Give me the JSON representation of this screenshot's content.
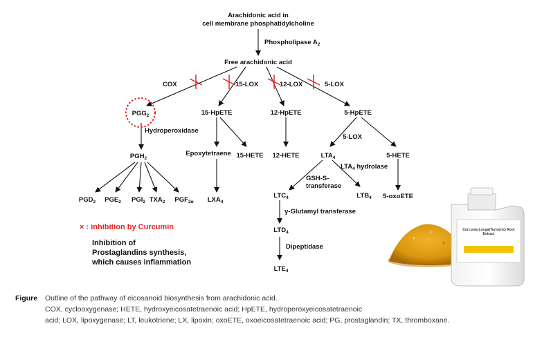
{
  "diagram": {
    "top_title_line1": "Arachidonic acid in",
    "top_title_line2": "cell membrane phosphatidylcholine",
    "phospholipase": "Phospholipase A",
    "phospholipase_sub": "2",
    "free_aa": "Free arachidonic acid",
    "cox": "COX",
    "lox15": "15-LOX",
    "lox12": "12-LOX",
    "lox5": "5-LOX",
    "pgg": "PGG",
    "pgg_sub": "2",
    "hpete15": "15-HpETE",
    "hpete12": "12-HpETE",
    "hpete5": "5-HpETE",
    "hydroperoxidase": "Hydroperoxidase",
    "pgh": "PGH",
    "pgh_sub": "2",
    "epoxy": "Epoxytetraene",
    "hete15": "15-HETE",
    "hete12": "12-HETE",
    "lox5b": "5-LOX",
    "lta": "LTA",
    "lta_sub": "4",
    "hete5": "5-HETE",
    "lta_hydrolase": "LTA",
    "lta_hydrolase_sub": "4",
    "lta_hydrolase_rest": " hydrolase",
    "gsh1": "GSH-S-",
    "gsh2": "transferase",
    "pgd": "PGD",
    "pgd_sub": "2",
    "pge": "PGE",
    "pge_sub": "2",
    "pgi": "PGI",
    "pgi_sub": "2",
    "txa": "TXA",
    "txa_sub": "2",
    "pgf": "PGF",
    "pgf_sub": "2α",
    "lxa": "LXA",
    "lxa_sub": "4",
    "ltc": "LTC",
    "ltc_sub": "4",
    "ltb": "LTB",
    "ltb_sub": "4",
    "oxoete": "5-oxoETE",
    "ggt": "γ-Glutamyl transferase",
    "ltd": "LTD",
    "ltd_sub": "4",
    "dipeptidase": "Dipeptidase",
    "lte": "LTE",
    "lte_sub": "4",
    "inhibition_legend": "× : inhibition by Curcumin",
    "note_line1": "Inhibition of",
    "note_line2": "Prostaglandins synthesis,",
    "note_line3": "which causes inflammation",
    "jug_label": "Curcuma Longa(Turmeric) Root Extract"
  },
  "colors": {
    "inhibit_red": "#e32424",
    "powder": "#d9960f",
    "jug_label_yellow": "#f2c400"
  },
  "caption": {
    "figure_label": "Figure",
    "line1": "Outline of the pathway of eicosanoid biosynthesis from arachidonic acid.",
    "line2": "COX, cyclooxygenase; HETE, hydroxyeicosatetraenoic acid; HpETE, hydroperoxyeicosatetraenoic",
    "line3": "acid; LOX, lipoxygenase; LT, leukotriene; LX, lipoxin; oxoETE, oxoeicosatetraenoic acid; PG, prostaglandin; TX, thromboxane."
  }
}
